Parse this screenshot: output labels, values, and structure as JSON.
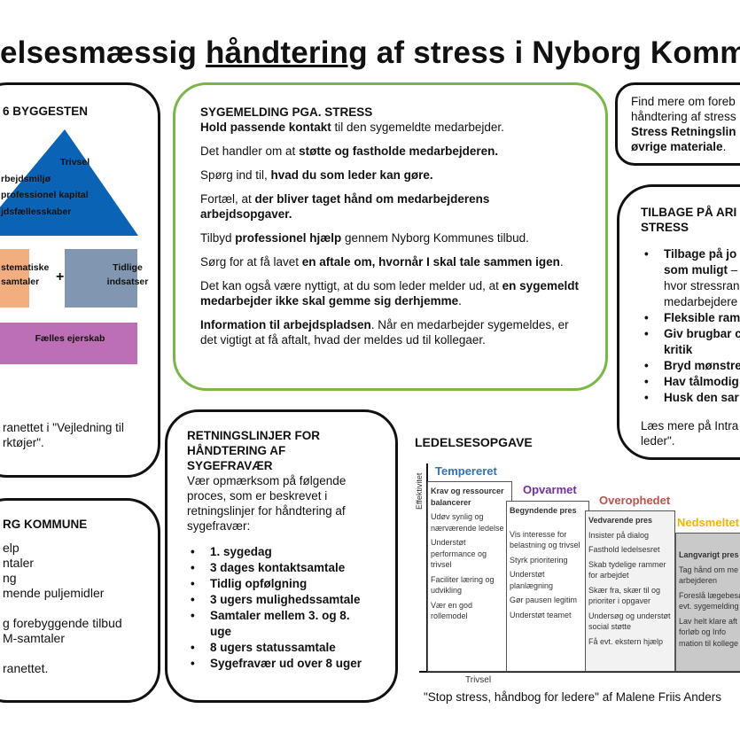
{
  "title": {
    "pre": "elsesmæssig ",
    "underlined": "håndtering",
    "post": " af stress i Nyborg Komm"
  },
  "byggesten": {
    "heading": "6 BYGGESTEN",
    "triangle": [
      "Trivsel",
      "rbejdsmiljø",
      "professionel kapital",
      "jdsfællesskaber"
    ],
    "box1": "stematiske samtaler",
    "plus": "+",
    "box2": "Tidlige indsatser",
    "band": "Fælles ejerskab",
    "footer": "ranettet i \"Vejledning til rktøjer\"."
  },
  "sygemelding": {
    "heading": "SYGEMELDING PGA. STRESS",
    "p1_bold": "Hold passende kontakt",
    "p1_rest": " til den sygemeldte medarbejder.",
    "p2_pre": "Det handler om at ",
    "p2_bold": "støtte og fastholde medarbejderen.",
    "p3_pre": "Spørg ind til, ",
    "p3_bold": "hvad du som leder kan gøre.",
    "p4_pre": "Fortæl, at ",
    "p4_bold": "der bliver taget hånd om medarbejderens arbejdsopgaver.",
    "p5_pre": "Tilbyd ",
    "p5_bold": "professionel hjælp",
    "p5_rest": " gennem Nyborg Kommunes tilbud.",
    "p6_pre": "Sørg for at få lavet ",
    "p6_bold": "en aftale om, hvornår I skal tale sammen igen",
    "p6_rest": ".",
    "p7_pre": "Det kan også være nyttigt, at du som leder melder ud, at ",
    "p7_bold": "en sygemeldt medarbejder ikke skal gemme sig derhjemme",
    "p7_rest": ".",
    "p8_bold": "Information til arbejdspladsen",
    "p8_rest": ". Når en medarbejder sygemeldes, er det vigtigt at få aftalt, hvad der meldes ud til kollegaer."
  },
  "findmere": {
    "l1": "Find mere om foreb",
    "l2": "håndtering af stress",
    "l3": "Stress Retningslin",
    "l4": "øvrige materiale",
    "l4_rest": "."
  },
  "tilbage": {
    "heading1": "TILBAGE PÅ ARI",
    "heading2": "STRESS",
    "items": [
      {
        "bold": "Tilbage på jo",
        "bold2": "som muligt",
        "rest": " –",
        "rest2": "hvor stressran",
        "rest3": "medarbejdere"
      },
      {
        "bold": "Fleksible ram"
      },
      {
        "bold": "Giv brugbar c",
        "bold2": "kritik"
      },
      {
        "bold": "Bryd mønstre"
      },
      {
        "bold": "Hav tålmodig"
      },
      {
        "bold": "Husk den sar"
      }
    ],
    "footer1": "Læs mere på Intra",
    "footer2": "leder\"."
  },
  "kommune": {
    "heading": "RG KOMMUNE",
    "lines": [
      "elp",
      "ntaler",
      "ng",
      "mende puljemidler",
      "",
      "g forebyggende tilbud",
      "M-samtaler",
      "",
      "ranettet."
    ]
  },
  "retningslinjer": {
    "heading": "RETNINGSLINJER FOR HÅNDTERING AF SYGEFRAVÆR",
    "intro": "Vær opmærksom på følgende proces, som er beskrevet i retningslinjer for håndtering af sygefravær:",
    "items": [
      "1. sygedag",
      "3 dages kontaktsamtale",
      "Tidlig opfølgning",
      "3 ugers mulighedssamtale",
      "Samtaler mellem 3. og 8. uge",
      "8 ugers statussamtale",
      "Sygefravær ud over 8 uger"
    ]
  },
  "ledelse": {
    "heading": "LEDELSESOPGAVE",
    "y_axis": "Effektivitet",
    "x_axis": "Trivsel",
    "caption": "\"Stop stress, håndbog for ledere\" af Malene Friis Anders",
    "columns": [
      {
        "label": "Tempereret",
        "color": "#2e74b5",
        "head": "Krav og ressourcer balancerer",
        "items": [
          "Udøv synlig og nærværende ledelse",
          "Understøt performance og trivsel",
          "Faciliter læring og udvikling",
          "Vær en god rollemodel"
        ]
      },
      {
        "label": "Opvarmet",
        "color": "#7030a0",
        "head": "Begyndende pres",
        "items": [
          "",
          "Vis interesse for belastning og trivsel",
          "Styrk prioritering",
          "Understøt planlægning",
          "Gør pausen legitim",
          "Understøt teamet"
        ]
      },
      {
        "label": "Overophedet",
        "color": "#c0504d",
        "head": "Vedvarende pres",
        "items": [
          "Insister på dialog",
          "Fasthold ledelsesret",
          "Skab tydelige rammer for arbejdet",
          "Skær fra, skær til og prioriter i opgaver",
          "Undersøg og understøt social støtte",
          "Få evt. ekstern hjælp"
        ]
      },
      {
        "label": "Nedsmeltet",
        "color": "#f4b400",
        "head": "Langvarigt pres",
        "items": [
          "Tag hånd om me arbejderen",
          "Foreslå lægebesø evt. sygemelding",
          "Lav helt klare aft om forløb og Info mation til kollege"
        ]
      }
    ]
  }
}
